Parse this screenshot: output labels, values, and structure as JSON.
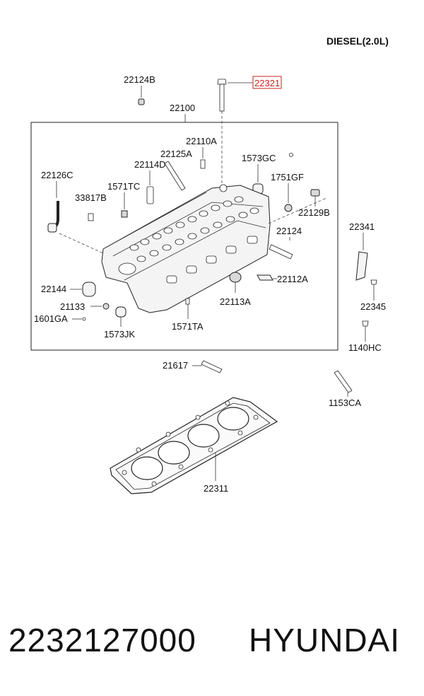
{
  "header": {
    "engine_label": "DIESEL(2.0L)"
  },
  "highlight_color": "#cc2222",
  "parts": {
    "p22124B": "22124B",
    "p22321": "22321",
    "p22100": "22100",
    "p22110A": "22110A",
    "p22125A": "22125A",
    "p1573GC": "1573GC",
    "p22114D": "22114D",
    "p22126C": "22126C",
    "p1751GF": "1751GF",
    "p1571TC": "1571TC",
    "p33817B": "33817B",
    "p22129B": "22129B",
    "p22341": "22341",
    "p22124": "22124",
    "p22112A": "22112A",
    "p22144": "22144",
    "p22113A": "22113A",
    "p22345": "22345",
    "p21133": "21133",
    "p1601GA": "1601GA",
    "p1571TA": "1571TA",
    "p1573JK": "1573JK",
    "p1140HC": "1140HC",
    "p21617": "21617",
    "p1153CA": "1153CA",
    "p22311": "22311"
  },
  "footer": {
    "part_number": "2232127000",
    "brand": "HYUNDAI"
  }
}
